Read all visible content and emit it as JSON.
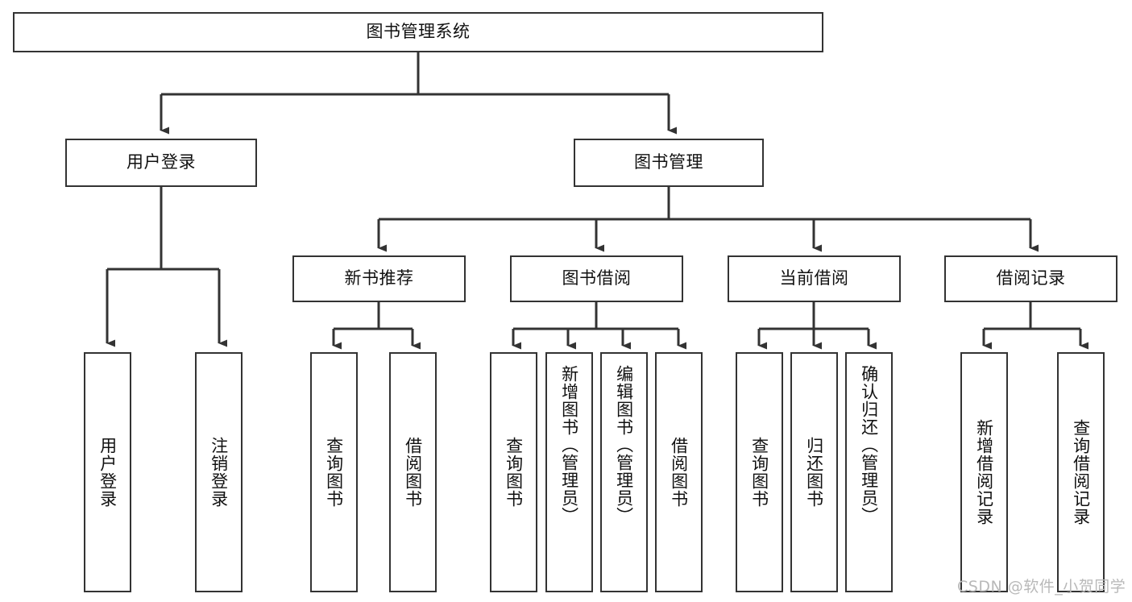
{
  "diagram": {
    "title": "图书管理系统",
    "type": "tree-hierarchy-chart",
    "colors": {
      "box_border": "#333333",
      "box_fill": "#ffffff",
      "edge": "#333333",
      "text": "#111111",
      "watermark": "#b9b9b9",
      "background": "#ffffff"
    },
    "root": {
      "id": "root",
      "label": "图书管理系统",
      "orientation": "horizontal"
    },
    "level2": [
      {
        "id": "user-login",
        "label": "用户登录",
        "orientation": "horizontal"
      },
      {
        "id": "book-manage",
        "label": "图书管理",
        "orientation": "horizontal"
      }
    ],
    "level3": [
      {
        "id": "new-book-recommend",
        "label": "新书推荐",
        "orientation": "horizontal",
        "parent": "book-manage"
      },
      {
        "id": "book-borrow",
        "label": "图书借阅",
        "orientation": "horizontal",
        "parent": "book-manage"
      },
      {
        "id": "current-borrow",
        "label": "当前借阅",
        "orientation": "horizontal",
        "parent": "book-manage"
      },
      {
        "id": "borrow-record",
        "label": "借阅记录",
        "orientation": "horizontal",
        "parent": "book-manage"
      }
    ],
    "leaves": [
      {
        "id": "leaf-user-login",
        "label": "用户登录",
        "parent": "user-login",
        "orientation": "vertical"
      },
      {
        "id": "leaf-logout-login",
        "label": "注销登录",
        "parent": "user-login",
        "orientation": "vertical"
      },
      {
        "id": "leaf-query-book-1",
        "label": "查询图书",
        "parent": "new-book-recommend",
        "orientation": "vertical"
      },
      {
        "id": "leaf-borrow-book-1",
        "label": "借阅图书",
        "parent": "new-book-recommend",
        "orientation": "vertical"
      },
      {
        "id": "leaf-query-book-2",
        "label": "查询图书",
        "parent": "book-borrow",
        "orientation": "vertical"
      },
      {
        "id": "leaf-add-book-admin",
        "label": "新增图书（管理员）",
        "parent": "book-borrow",
        "orientation": "vertical"
      },
      {
        "id": "leaf-edit-book-admin",
        "label": "编辑图书（管理员）",
        "parent": "book-borrow",
        "orientation": "vertical"
      },
      {
        "id": "leaf-borrow-book-2",
        "label": "借阅图书",
        "parent": "book-borrow",
        "orientation": "vertical"
      },
      {
        "id": "leaf-query-book-3",
        "label": "查询图书",
        "parent": "current-borrow",
        "orientation": "vertical"
      },
      {
        "id": "leaf-return-book",
        "label": "归还图书",
        "parent": "current-borrow",
        "orientation": "vertical"
      },
      {
        "id": "leaf-confirm-return-admin",
        "label": "确认归还（管理员）",
        "parent": "current-borrow",
        "orientation": "vertical"
      },
      {
        "id": "leaf-add-borrow-record",
        "label": "新增借阅记录",
        "parent": "borrow-record",
        "orientation": "vertical"
      },
      {
        "id": "leaf-query-borrow-record",
        "label": "查询借阅记录",
        "parent": "borrow-record",
        "orientation": "vertical"
      }
    ],
    "watermark": "CSDN @软件_小贺同学"
  }
}
